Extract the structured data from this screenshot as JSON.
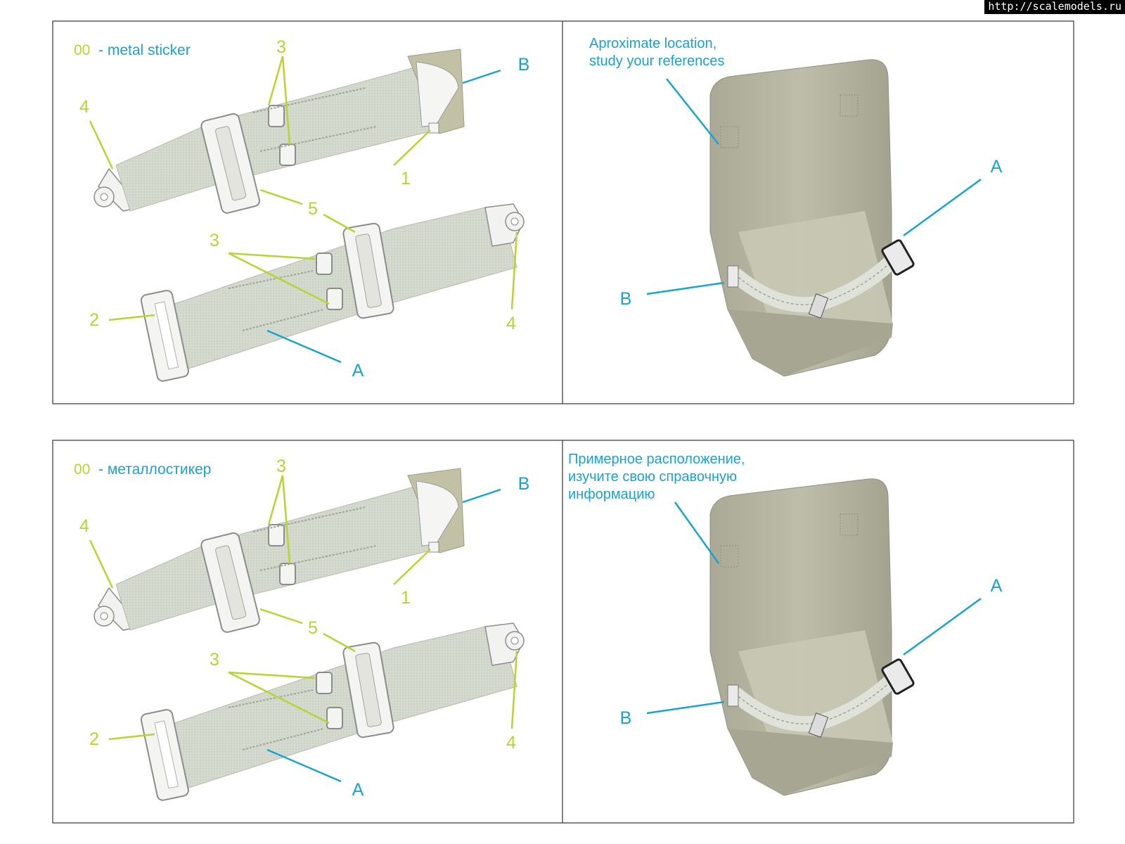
{
  "watermark": "http://scalemodels.ru",
  "colors": {
    "lime": "#b8d432",
    "cyan": "#1aa3d1",
    "strap": "#d7dcd1",
    "strap_stitch": "#9ea497",
    "metal": "#f4f4f2",
    "metal_edge": "#8c8c8c",
    "backing": "#c2c1a5",
    "seat": "#b8b8a4",
    "seat_dark": "#9c9c88",
    "frame": "#333333"
  },
  "panels": [
    {
      "legend_code": "00",
      "legend_text": "- metal sticker",
      "note_lines": [
        "Aproximate location,",
        "study your references"
      ],
      "callouts": {
        "n1": "1",
        "n2": "2",
        "n3a": "3",
        "n3b": "3",
        "n4a": "4",
        "n4b": "4",
        "n5": "5",
        "A_left": "A",
        "B_left": "B",
        "A_right": "A",
        "B_right": "B"
      }
    },
    {
      "legend_code": "00",
      "legend_text": "- металлостикер",
      "note_lines": [
        "Примерное расположение,",
        "изучите свою справочную",
        "информацию"
      ],
      "callouts": {
        "n1": "1",
        "n2": "2",
        "n3a": "3",
        "n3b": "3",
        "n4a": "4",
        "n4b": "4",
        "n5": "5",
        "A_left": "A",
        "B_left": "B",
        "A_right": "A",
        "B_right": "B"
      }
    }
  ]
}
